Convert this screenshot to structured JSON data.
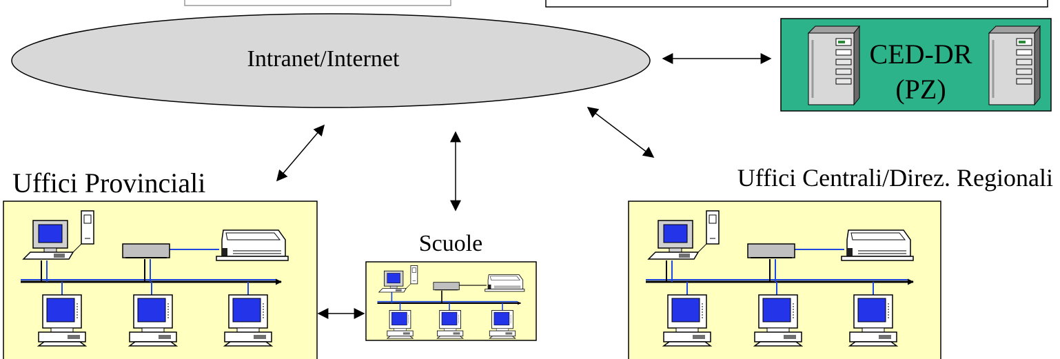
{
  "network": {
    "label": "Intranet/Internet"
  },
  "ced": {
    "line1": "CED-DR",
    "line2": "(PZ)"
  },
  "offices": {
    "provincial": "Uffici Provinciali",
    "central": "Uffici Centrali/Direz. Regionali"
  },
  "schools": {
    "label": "Scuole"
  },
  "colors": {
    "cloud": "#d8d8d8",
    "ced_box": "#2db389",
    "lan_box": "#ffffc0",
    "lan_line": "#1c48e0",
    "screen": "#2434e8"
  }
}
